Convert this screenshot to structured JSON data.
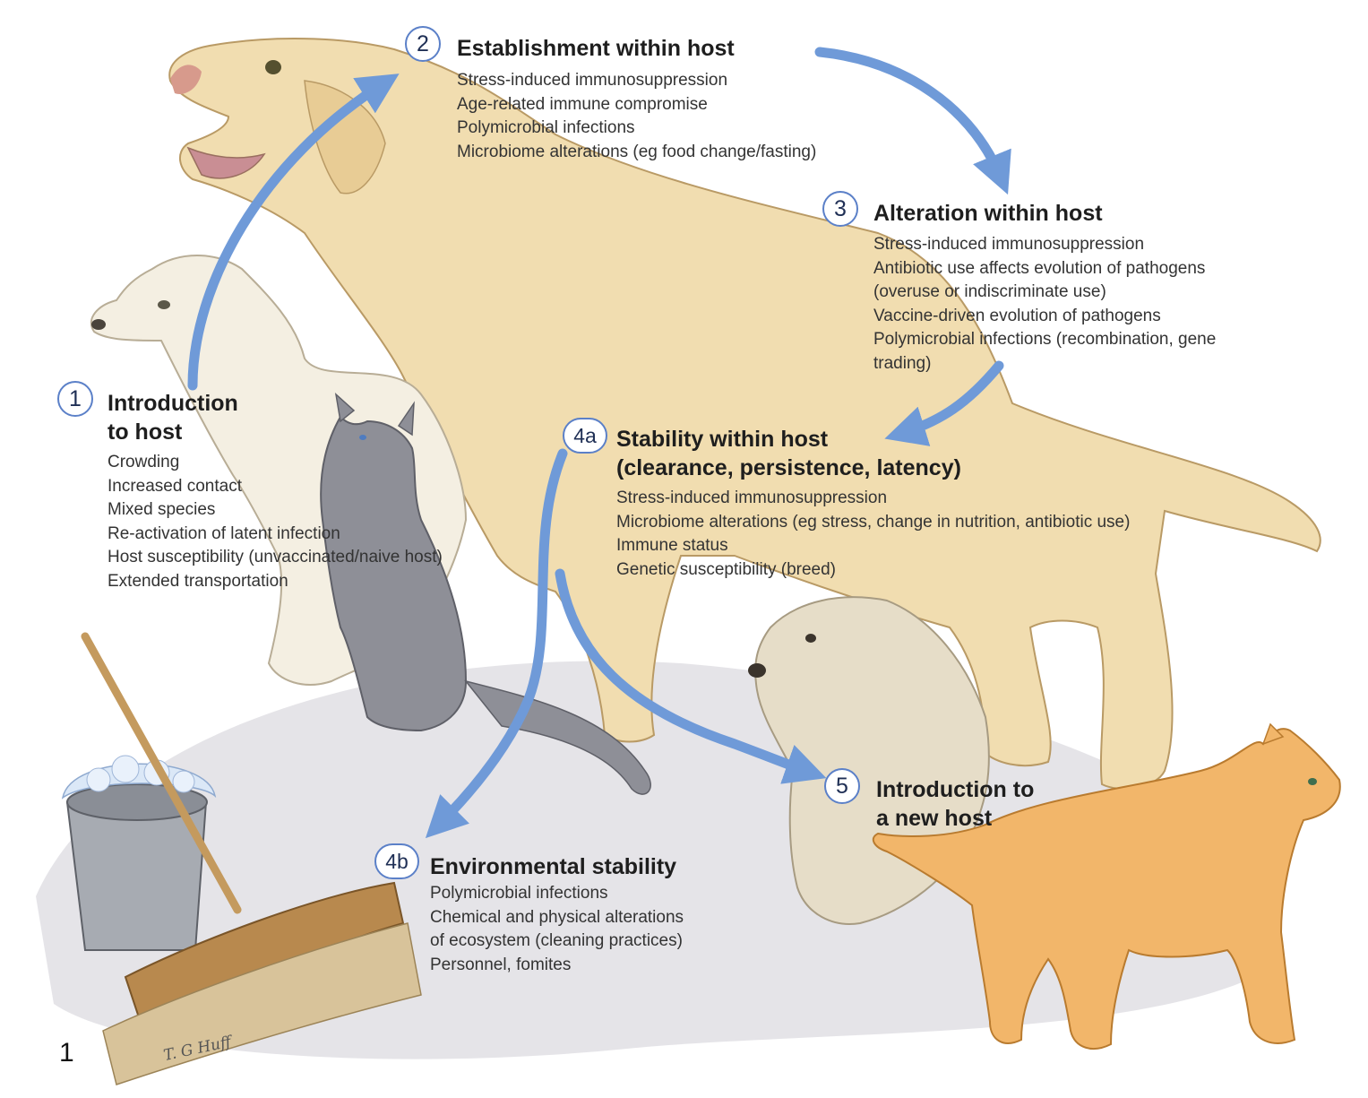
{
  "figure_number": "1",
  "signature": "T. G Huff",
  "colors": {
    "arrow": "#6f9ad8",
    "badge_border": "#5b80c8",
    "yellow_dog": "#f1ddb0",
    "white_dog": "#f4efe2",
    "gray_cat": "#8e8f97",
    "shaggy_dog": "#e6ddc8",
    "orange_cat": "#f2b66a",
    "shadow": "#d9d8dc"
  },
  "stages": [
    {
      "id": "1",
      "title": "Introduction\nto host",
      "title_lines": [
        "Introduction",
        "to host"
      ],
      "factors": [
        "Crowding",
        "Increased contact",
        "Mixed species",
        "Re-activation of latent infection",
        "Host susceptibility (unvaccinated/naive host)",
        "Extended transportation"
      ]
    },
    {
      "id": "2",
      "title": "Establishment within host",
      "factors": [
        "Stress-induced immunosuppression",
        "Age-related immune compromise",
        "Polymicrobial infections",
        "Microbiome alterations (eg food change/fasting)"
      ]
    },
    {
      "id": "3",
      "title": "Alteration within host",
      "factors": [
        "Stress-induced immunosuppression",
        "Antibiotic use affects evolution of pathogens",
        "(overuse or indiscriminate use)",
        "Vaccine-driven evolution of pathogens",
        "Polymicrobial infections (recombination, gene",
        "trading)"
      ]
    },
    {
      "id": "4a",
      "title_lines": [
        "Stability within host",
        "(clearance, persistence, latency)"
      ],
      "factors": [
        "Stress-induced immunosuppression",
        "Microbiome alterations (eg stress, change in nutrition, antibiotic use)",
        "Immune status",
        "Genetic susceptibility (breed)"
      ]
    },
    {
      "id": "4b",
      "title": "Environmental stability",
      "factors": [
        "Polymicrobial infections",
        "Chemical and physical alterations",
        "of ecosystem (cleaning practices)",
        "Personnel, fomites"
      ]
    },
    {
      "id": "5",
      "title_lines": [
        "Introduction to",
        "a new host"
      ],
      "factors": []
    }
  ],
  "illustrations": [
    "yellow-dog",
    "white-puppy",
    "gray-cat",
    "shaggy-dog",
    "orange-cat",
    "bucket-with-suds",
    "push-broom"
  ]
}
